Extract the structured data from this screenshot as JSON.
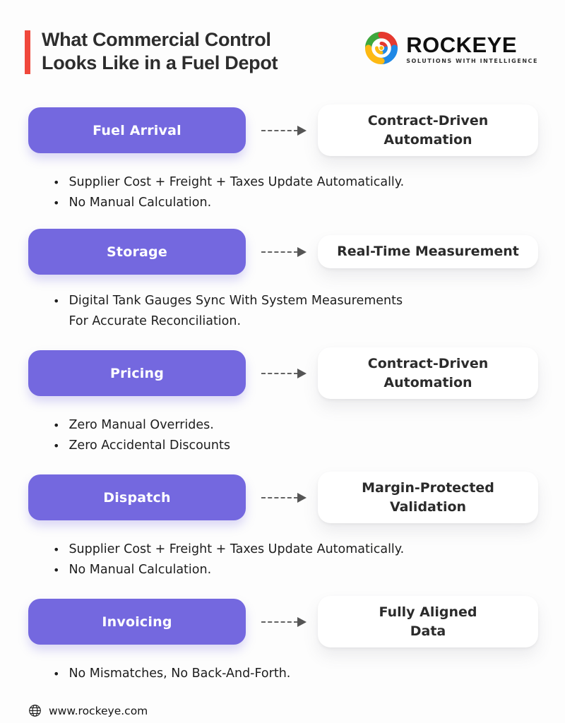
{
  "header": {
    "title_line1": "What Commercial Control",
    "title_line2": "Looks Like in a Fuel Depot"
  },
  "brand": {
    "name": "ROCKEYE",
    "tagline": "SOLUTIONS WITH INTELLIGENCE"
  },
  "colors": {
    "stage_pill_purple": "#7468df",
    "accent_bar_red": "#f0483c",
    "arrow_gray": "#5f5f5f",
    "card_background": "#ffffff",
    "text_dark": "#2b2b2b",
    "logo_red": "#e5392f",
    "logo_blue": "#1e88e5",
    "logo_yellow": "#fdb913",
    "logo_green": "#3ea83c"
  },
  "rows": [
    {
      "stage": "Fuel Arrival",
      "outcome": {
        "line1": "Contract-Driven",
        "line2": "Automation"
      },
      "bullets": [
        {
          "line1": "Supplier Cost + Freight + Taxes Update Automatically."
        },
        {
          "line1": "No Manual Calculation."
        }
      ]
    },
    {
      "stage": "Storage",
      "outcome": {
        "line1": "Real-Time Measurement"
      },
      "bullets": [
        {
          "line1": "Digital Tank Gauges Sync With System Measurements",
          "line2": "For Accurate Reconciliation."
        }
      ]
    },
    {
      "stage": "Pricing",
      "outcome": {
        "line1": "Contract-Driven",
        "line2": "Automation"
      },
      "bullets": [
        {
          "line1": "Zero Manual Overrides."
        },
        {
          "line1": "Zero Accidental Discounts"
        }
      ]
    },
    {
      "stage": "Dispatch",
      "outcome": {
        "line1": "Margin-Protected",
        "line2": "Validation"
      },
      "bullets": [
        {
          "line1": "Supplier Cost + Freight + Taxes Update Automatically."
        },
        {
          "line1": "No Manual Calculation."
        }
      ]
    },
    {
      "stage": "Invoicing",
      "outcome": {
        "line1": "Fully Aligned",
        "line2": "Data"
      },
      "bullets": [
        {
          "line1": "No Mismatches, No Back-And-Forth."
        }
      ]
    }
  ],
  "footer": {
    "website": "www.rockeye.com"
  }
}
